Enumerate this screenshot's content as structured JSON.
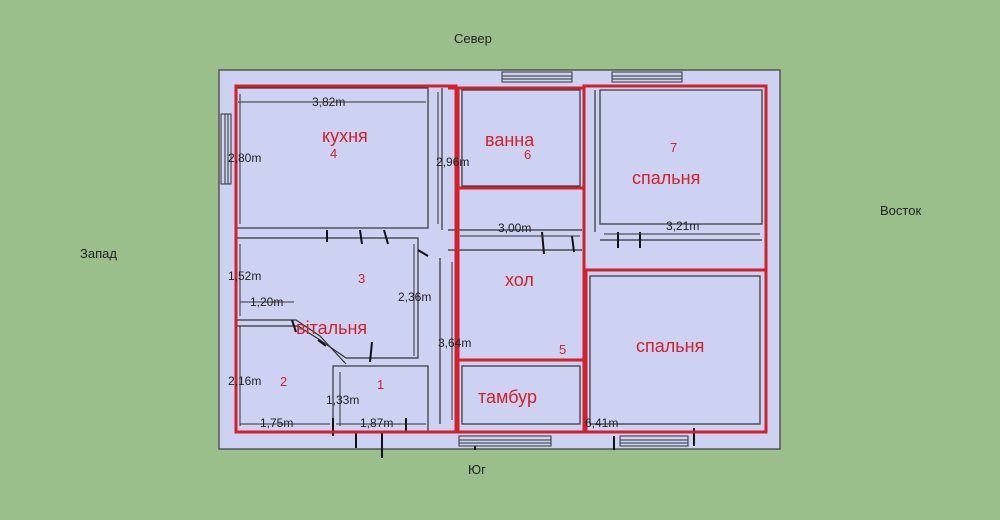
{
  "compass": {
    "north": "Север",
    "south": "Юг",
    "west": "Запад",
    "east": "Восток"
  },
  "rooms": {
    "kitchen": {
      "name": "кухня",
      "num": "4"
    },
    "bath": {
      "name": "ванна",
      "num": "6"
    },
    "bedroom_ne": {
      "name": "спальня",
      "num": "7"
    },
    "living": {
      "name": "вітальня",
      "num": "3"
    },
    "hall": {
      "name": "хол",
      "num": "5"
    },
    "bedroom_se": {
      "name": "спальня"
    },
    "vestibule": {
      "name": "тамбур"
    },
    "room2": {
      "num": "2"
    },
    "room1": {
      "num": "1"
    }
  },
  "dimensions": {
    "kitchen_width": "3,82m",
    "kitchen_height": "2,80m",
    "bath_height": "2,96m",
    "hall_width": "3,00m",
    "bedroom_ne_width": "3,21m",
    "living_upper_height": "1,52m",
    "living_small_width": "1,20m",
    "living_inner_height": "2,36m",
    "room2_height": "2,16m",
    "hall_height": "3,64m",
    "room1_height": "1,33m",
    "room2_width": "1,75m",
    "room1_width": "1,87m",
    "bedroom_se_width": "6,41m"
  },
  "colors": {
    "background": "#9bbf8b",
    "floor": "#cdd2f2",
    "outline": "#d4202a",
    "wall": "#333333"
  }
}
